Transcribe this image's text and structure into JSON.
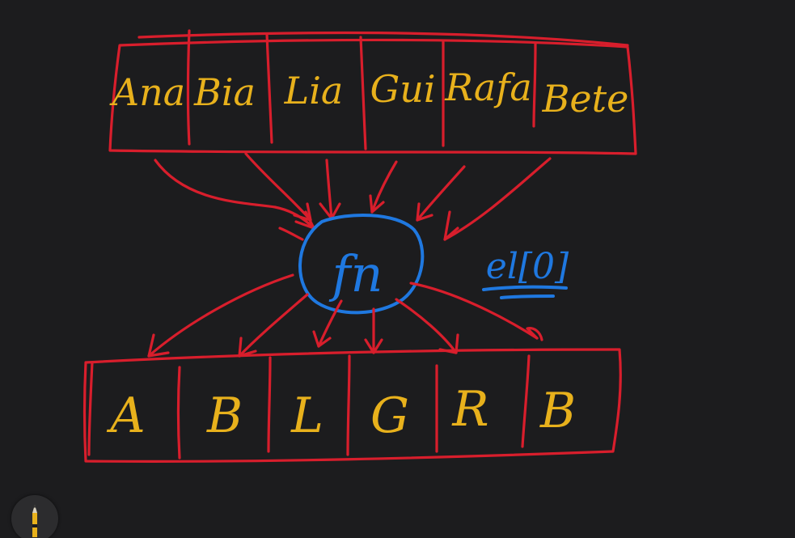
{
  "top_array": {
    "items": [
      "Ana",
      "Bia",
      "Lia",
      "Gui",
      "Rafa",
      "Bete"
    ]
  },
  "function": {
    "label": "fn"
  },
  "annotation": {
    "code": "el[0]"
  },
  "bottom_array": {
    "items": [
      "A",
      "B",
      "L",
      "G",
      "R",
      "B"
    ]
  },
  "colors": {
    "background": "#1c1c1e",
    "box_stroke": "#d81e2c",
    "text": "#e8b11c",
    "function": "#1f78e0"
  },
  "toolbar": {
    "tool_icon": "pencil-icon"
  }
}
